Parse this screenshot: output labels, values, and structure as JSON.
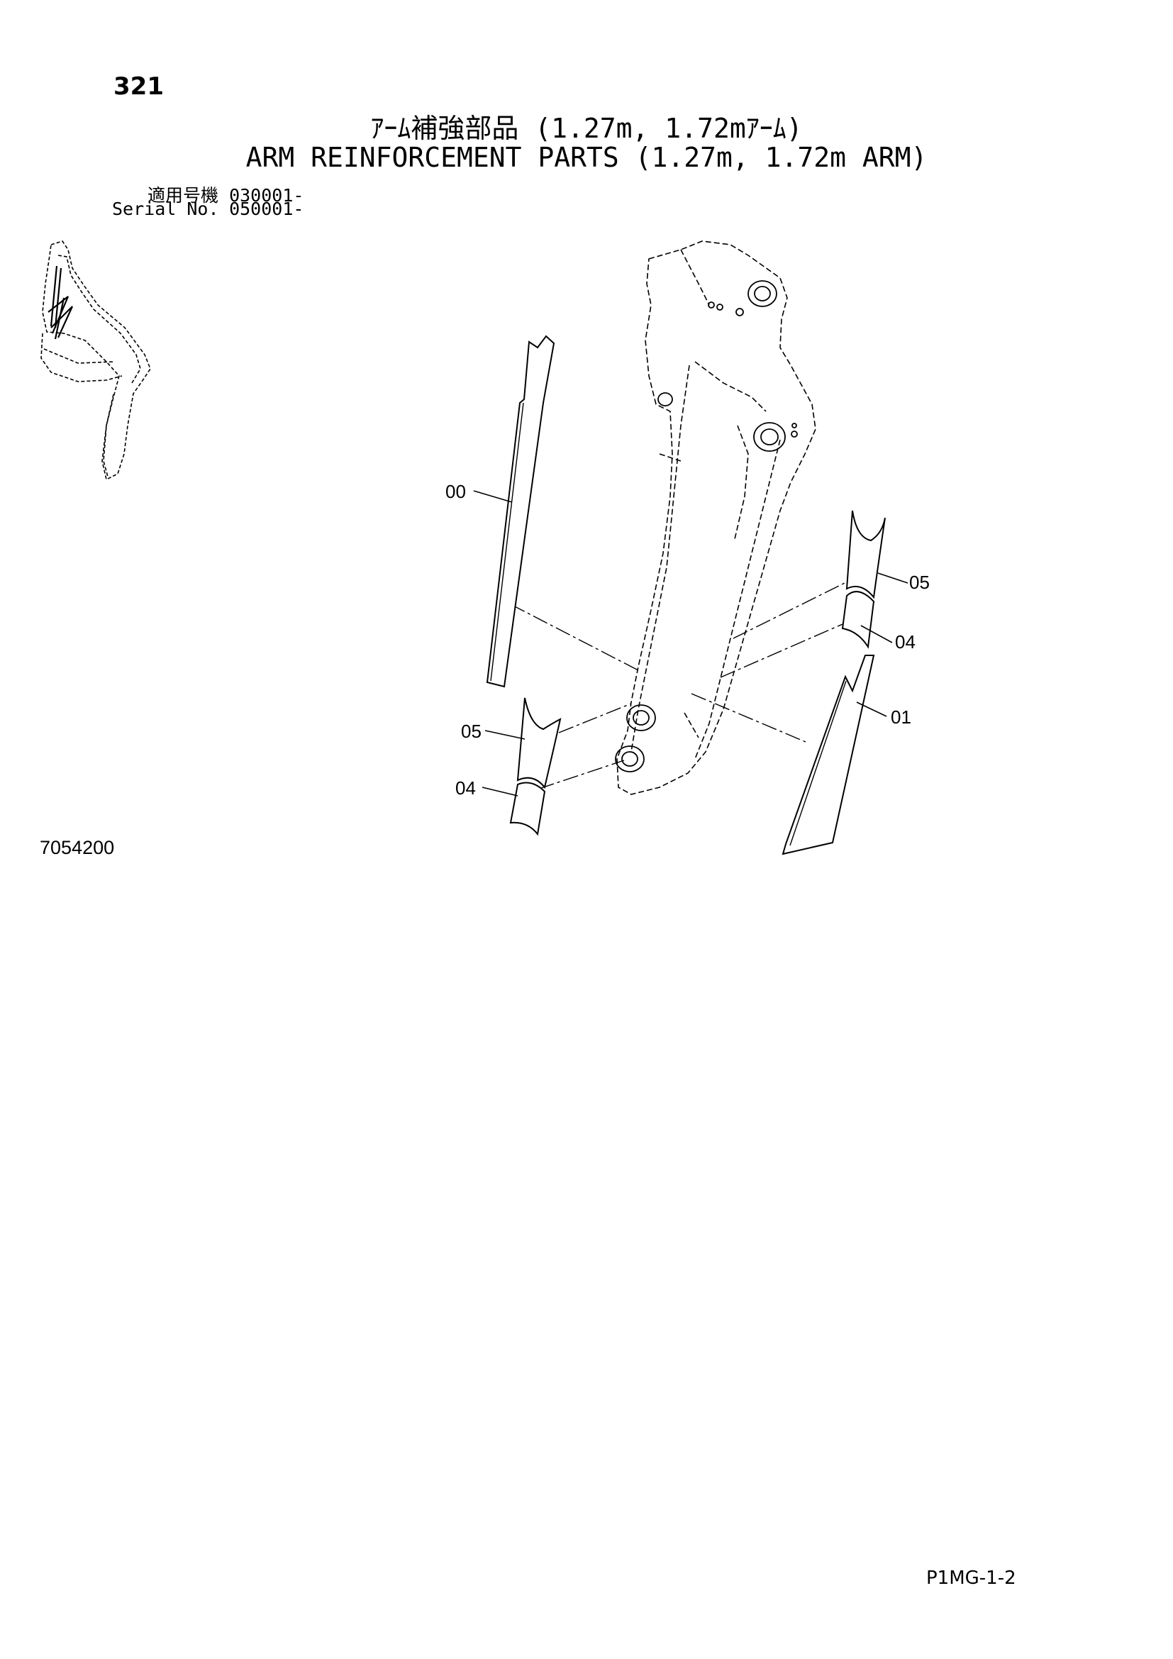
{
  "page": {
    "number": "321",
    "title_jp": "ｱｰﾑ補強部品 (1.27m, 1.72mｱｰﾑ)",
    "title_en": "ARM REINFORCEMENT PARTS (1.27m, 1.72m ARM)",
    "serial_jp_label": "適用号機",
    "serial_jp_value": "030001-",
    "serial_en_label": "Serial No.",
    "serial_en_value": "050001-",
    "figure_number": "7054200",
    "page_code": "P1MG-1-2"
  },
  "callouts": {
    "part_00": "00",
    "part_05_right": "05",
    "part_04_right": "04",
    "part_01": "01",
    "part_05_left": "05",
    "part_04_left": "04"
  }
}
